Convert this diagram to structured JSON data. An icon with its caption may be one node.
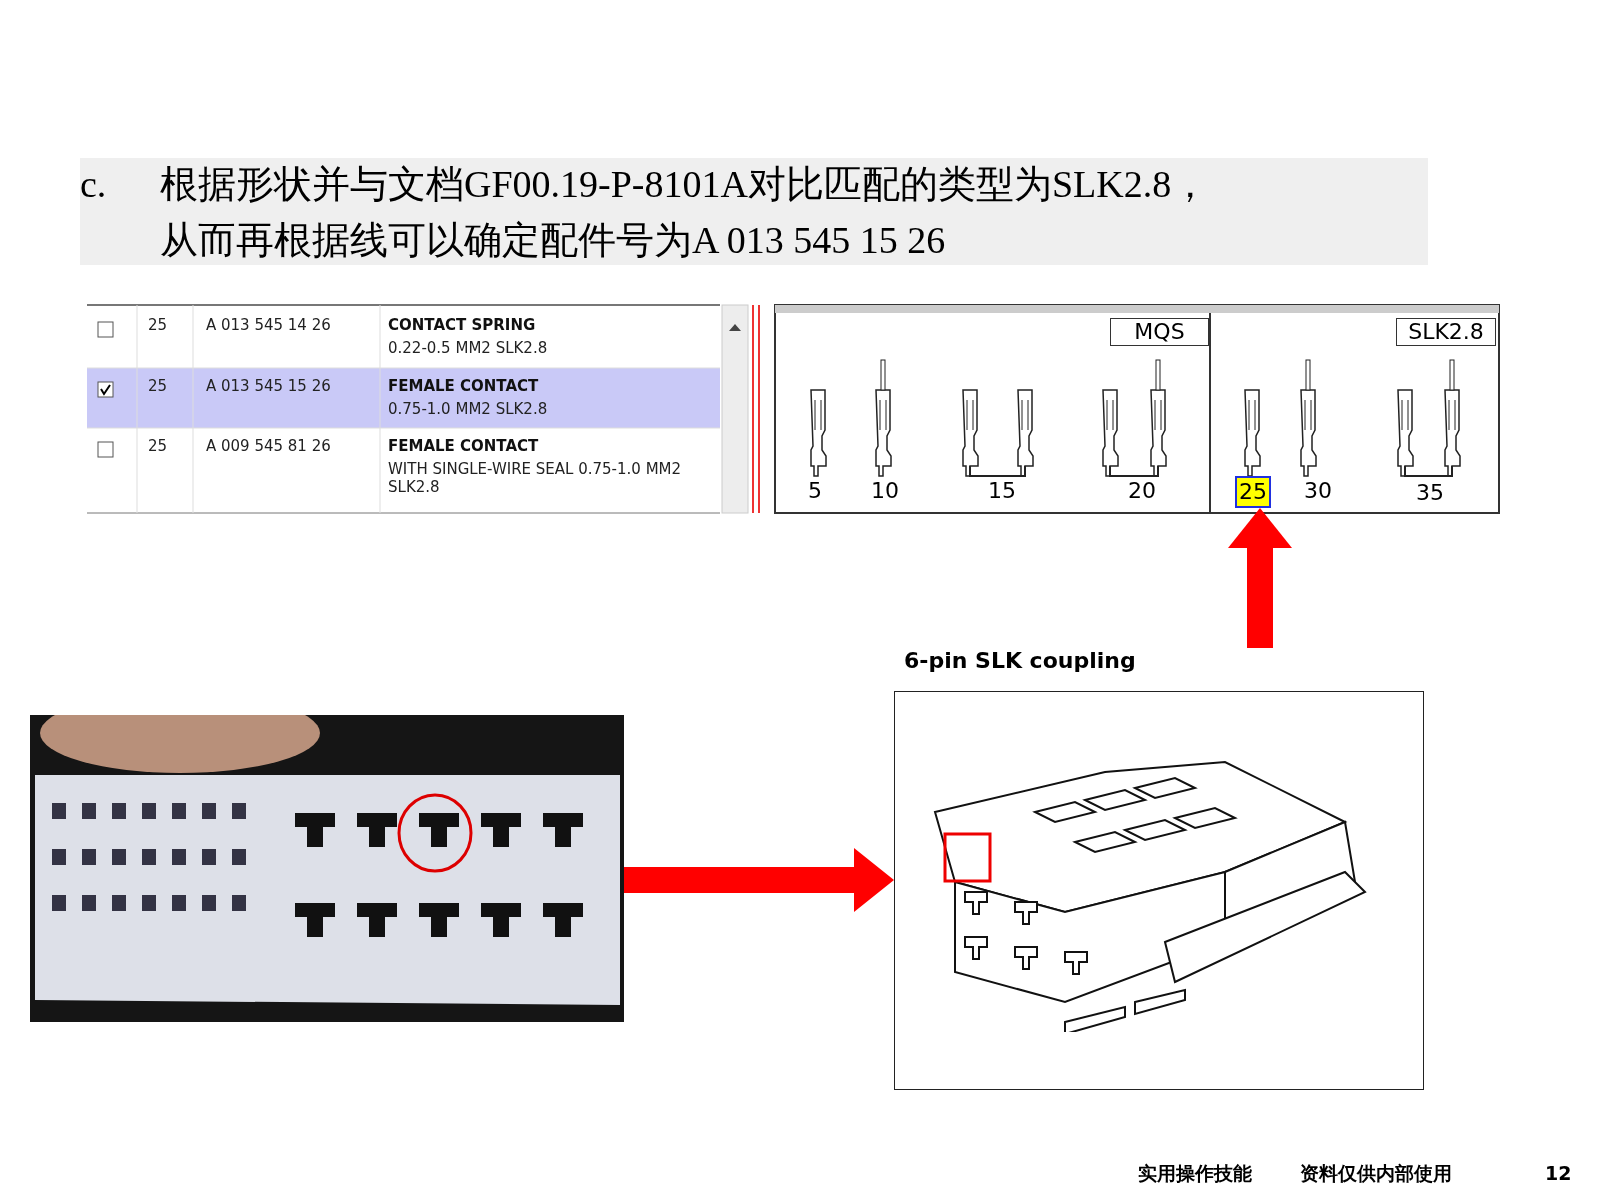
{
  "diagram": {
    "nodes": [
      {
        "text": [],
        "shape": "picture"
      },
      {
        "text": [
          "6-pin SLK coupling"
        ]
      },
      {
        "text": [
          "25"
        ]
      }
    ],
    "edges": [
      {
        "from": 0,
        "to": 1,
        "arrow": "to"
      },
      {
        "from": 1,
        "to": 2,
        "arrow": "to"
      }
    ],
    "labels": [
      "c.",
      "根据形状并与文档GF00.19-P-8101A对比匹配的类型为SLK2.8，",
      "从而再根据线可以确定配件号为A 013 545 15 26",
      "25",
      "A 013 545 14 26",
      "CONTACT SPRING",
      "0.22-0.5 MM2 SLK2.8",
      "25",
      "A 013 545 15 26",
      "FEMALE CONTACT",
      "0.75-1.0 MM2 SLK2.8",
      "25",
      "A 009 545 81 26",
      "FEMALE CONTACT",
      "WITH SINGLE-WIRE SEAL 0.75-1.0 MM2 SLK2.8",
      "MQS",
      "SLK2.8",
      "5",
      "10",
      "15",
      "20",
      "30",
      "35",
      "实用操作技能",
      "资料仅供内部使用",
      "12"
    ]
  }
}
